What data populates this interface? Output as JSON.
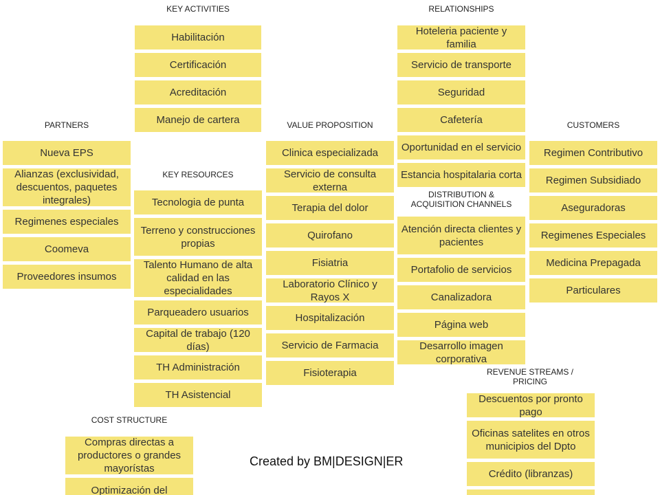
{
  "headers": {
    "key_activities": "KEY ACTIVITIES",
    "relationships": "RELATIONSHIPS",
    "partners": "PARTNERS",
    "value_proposition": "VALUE PROPOSITION",
    "customers": "CUSTOMERS",
    "key_resources": "KEY RESOURCES",
    "channels_line1": "DISTRIBUTION  &",
    "channels_line2": "ACQUISITION  CHANNELS",
    "revenue_line1": "REVENUE STREAMS  /",
    "revenue_line2": "PRICING",
    "cost_structure": "COST  STRUCTURE"
  },
  "key_activities": [
    "Habilitación",
    "Certificación",
    "Acreditación",
    "Manejo de cartera"
  ],
  "relationships": [
    "Hoteleria paciente y familia",
    "Servicio de transporte",
    "Seguridad",
    "Cafetería",
    "Oportunidad en el servicio",
    "Estancia hospitalaria corta"
  ],
  "partners": [
    "Nueva EPS",
    "Alianzas (exclusividad, descuentos, paquetes integrales)",
    "Regimenes especiales",
    "Coomeva",
    "Proveedores insumos"
  ],
  "value_proposition": [
    "Clinica especializada",
    "Servicio de consulta externa",
    "Terapia del dolor",
    "Quirofano",
    "Fisiatria",
    "Laboratorio Clínico y Rayos X",
    "Hospitalización",
    "Servicio de Farmacia",
    "Fisioterapia"
  ],
  "customers": [
    "Regimen Contributivo",
    "Regimen Subsidiado",
    "Aseguradoras",
    "Regimenes Especiales",
    "Medicina Prepagada",
    "Particulares"
  ],
  "key_resources": [
    "Tecnologia de punta",
    "Terreno y construcciones propias",
    "Talento Humano de alta calidad en las especialidades",
    "Parqueadero usuarios",
    "Capital de trabajo (120 días)",
    "TH Administración",
    "TH Asistencial"
  ],
  "channels": [
    "Atención directa clientes y pacientes",
    "Portafolio de servicios",
    "Canalizadora",
    "Página web",
    "Desarrollo imagen corporativa"
  ],
  "revenue": [
    "Descuentos por pronto pago",
    "Oficinas satelites en otros municipios del Dpto",
    "Crédito (libranzas)",
    ""
  ],
  "cost_structure": [
    "Compras directas a productores o grandes mayorístas",
    "Optimización del"
  ],
  "credit": "Created by BM|DESIGN|ER",
  "colors": {
    "card": "#f5e479",
    "text": "#333333"
  }
}
